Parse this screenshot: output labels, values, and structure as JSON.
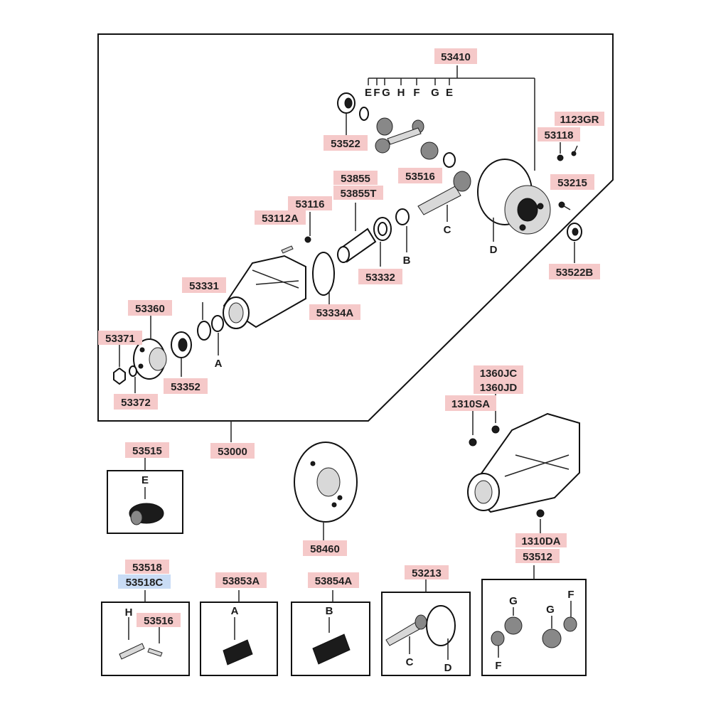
{
  "colors": {
    "label_bg": "#f5c9c9",
    "label_bg_highlight": "#c9dcf5",
    "line": "#111111"
  },
  "labels": {
    "p53410": "53410",
    "p53522": "53522",
    "p53516_top": "53516",
    "p1123GR": "1123GR",
    "p53118": "53118",
    "p53215": "53215",
    "p53855": "53855",
    "p53855T": "53855T",
    "p53116": "53116",
    "p53112A": "53112A",
    "p53332": "53332",
    "p53522B": "53522B",
    "p53331": "53331",
    "p53334A": "53334A",
    "p53360": "53360",
    "p53371": "53371",
    "p53352": "53352",
    "p53372": "53372",
    "p53000": "53000",
    "p53515": "53515",
    "p58460": "58460",
    "p1360JC": "1360JC",
    "p1360JD": "1360JD",
    "p1310SA": "1310SA",
    "p1310DA": "1310DA",
    "p53512": "53512",
    "p53518": "53518",
    "p53518C": "53518C",
    "p53516_box": "53516",
    "p53853A": "53853A",
    "p53854A": "53854A",
    "p53213": "53213"
  },
  "refs": {
    "E1": "E",
    "F1": "F",
    "G1": "G",
    "H1": "H",
    "F2": "F",
    "G2": "G",
    "E2": "E",
    "C": "C",
    "D": "D",
    "B": "B",
    "A": "A",
    "E_box": "E",
    "H_box": "H",
    "A_box": "A",
    "B_box": "B",
    "C_box": "C",
    "D_box": "D",
    "G_box1": "G",
    "G_box2": "G",
    "F_box1": "F",
    "F_box2": "F"
  }
}
